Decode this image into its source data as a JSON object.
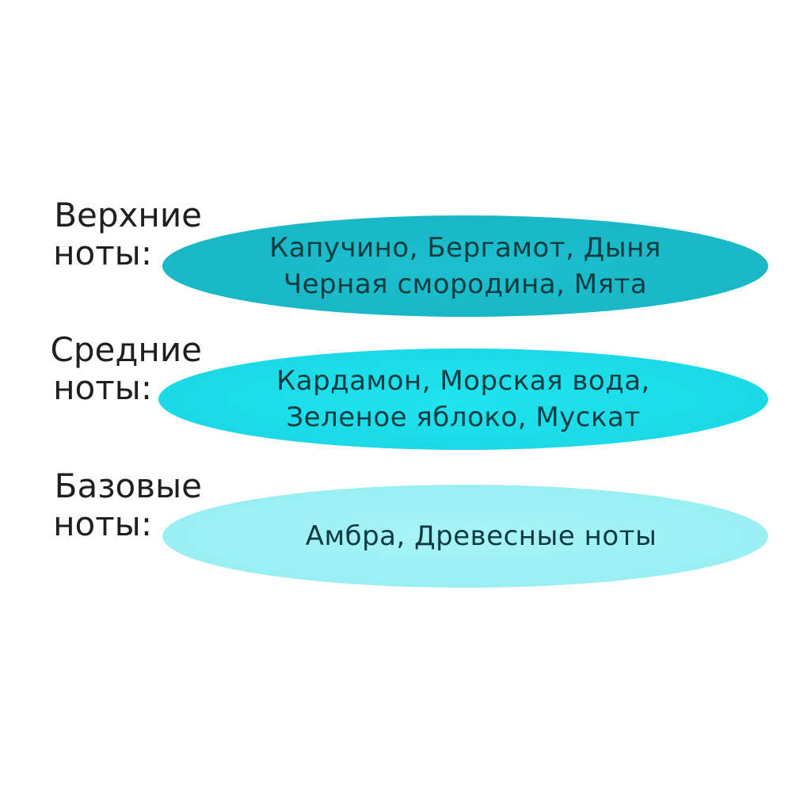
{
  "tiers": [
    {
      "label_line1": "Верхние",
      "label_line2": "ноты:",
      "notes_line1": "Капучино, Бергамот, Дыня",
      "notes_line2": "Черная смородина, Мята",
      "color": "#1ab7c6"
    },
    {
      "label_line1": "Средние",
      "label_line2": "ноты:",
      "notes_line1": "Кардамон, Морская вода,",
      "notes_line2": "Зеленое яблоко, Мускат",
      "color": "#1bd9e6"
    },
    {
      "label_line1": "Базовые",
      "label_line2": "ноты:",
      "notes_line1": "Амбра, Древесные ноты",
      "color": "#99eff4"
    }
  ]
}
